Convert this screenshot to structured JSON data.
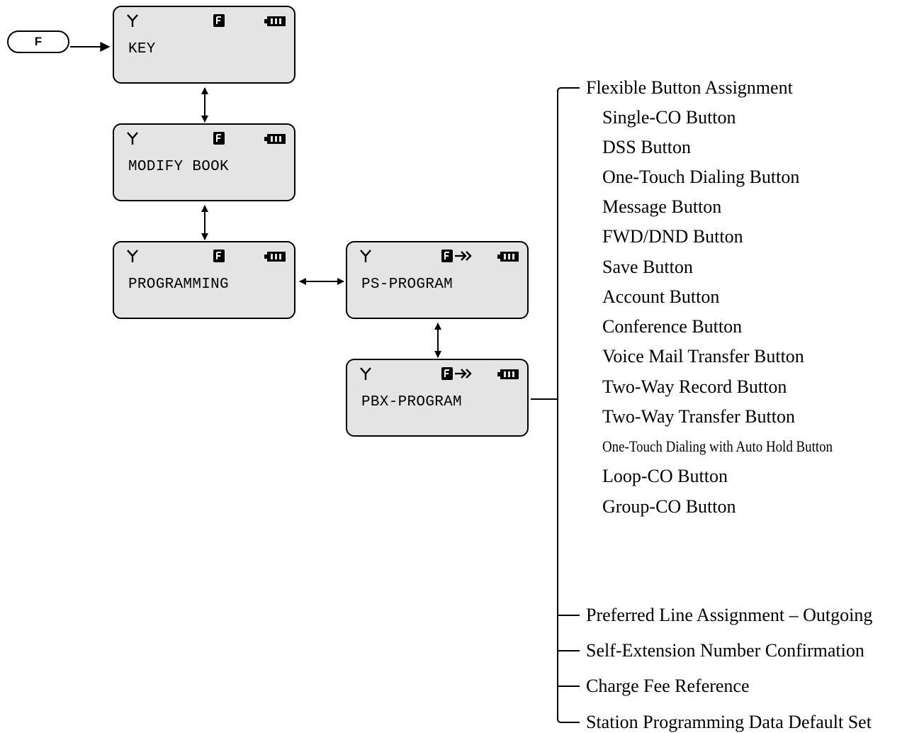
{
  "start_key": {
    "label": "F"
  },
  "screens": {
    "key": {
      "text": "KEY"
    },
    "modify_book": {
      "text": "MODIFY BOOK"
    },
    "programming": {
      "text": "PROGRAMMING"
    },
    "ps_program": {
      "text": "PS-PROGRAM"
    },
    "pbx_program": {
      "text": "PBX-PROGRAM"
    }
  },
  "icons": {
    "antenna": "antenna-icon",
    "function": "f-mode-icon",
    "function_arrow": "f-mode-arrow-icon",
    "battery": "battery-icon"
  },
  "menu": {
    "flexible": "Flexible Button Assignment",
    "flexible_items": [
      "Single-CO Button",
      "DSS Button",
      "One-Touch Dialing Button",
      "Message Button",
      "FWD/DND Button",
      "Save Button",
      "Account Button",
      "Conference Button",
      "Voice Mail Transfer Button",
      "Two-Way Record Button",
      "Two-Way Transfer Button",
      "One-Touch Dialing with Auto Hold Button",
      "Loop-CO Button",
      "Group-CO Button"
    ],
    "preferred_line": "Preferred Line Assignment – Outgoing",
    "self_extension": "Self-Extension Number Confirmation",
    "charge_fee": "Charge Fee Reference",
    "default_set": "Station Programming Data Default Set"
  },
  "colors": {
    "lcd_background": "#e4e4e4",
    "outline": "#000000"
  }
}
